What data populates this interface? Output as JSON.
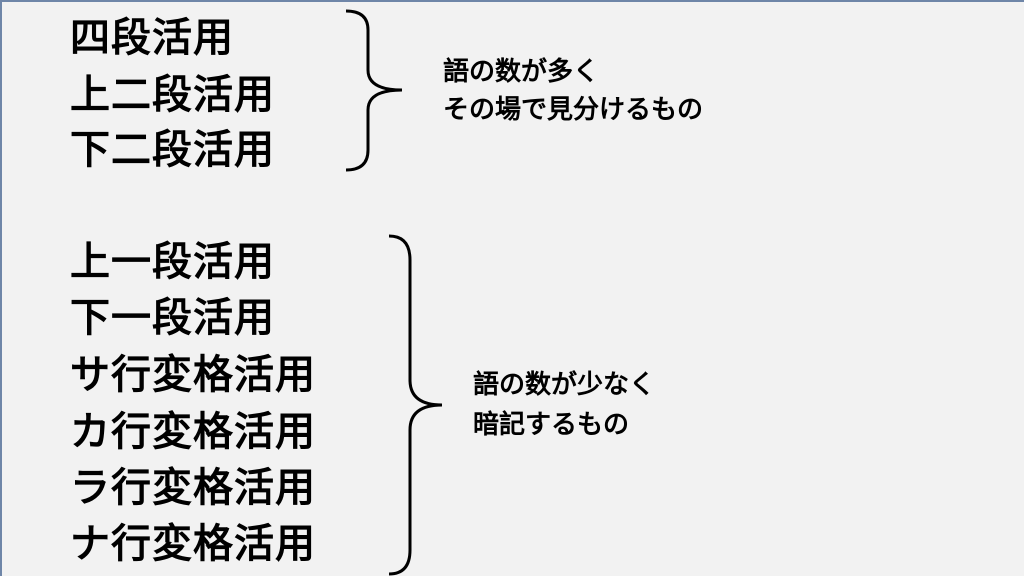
{
  "group1": {
    "items": [
      "四段活用",
      "上二段活用",
      "下二段活用"
    ],
    "description": [
      "語の数が多く",
      "その場で見分けるもの"
    ]
  },
  "group2": {
    "items": [
      "上一段活用",
      "下一段活用",
      "サ行変格活用",
      "カ行変格活用",
      "ラ行変格活用",
      "ナ行変格活用"
    ],
    "description": [
      "語の数が少なく",
      "暗記するもの"
    ]
  },
  "colors": {
    "background": "#f2f2f2",
    "border": "#6f86a8",
    "text": "#000000"
  }
}
